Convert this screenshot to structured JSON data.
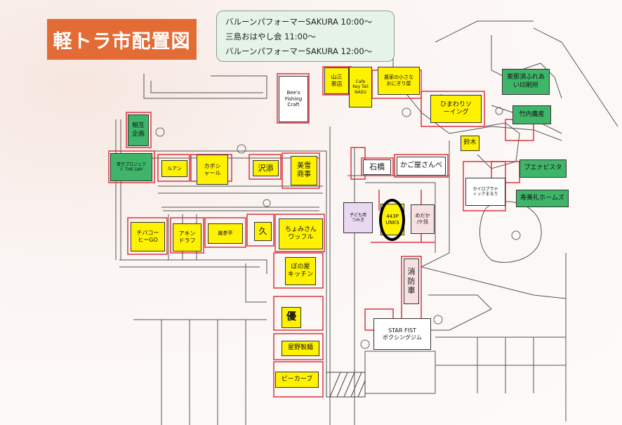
{
  "title": "軽トラ市配置図",
  "schedule": [
    "バルーンパフォーマーSAKURA 10:00～",
    "三島おはやし会  11:00～",
    "バルーンパフォーマーSAKURA 12:00～"
  ],
  "booths": {
    "yamasan": "山三\n茶店",
    "cafe_keytail": "Cafe\nKey Tail\nNASU",
    "noka_onigiri": "農家の小さな\nおにぎり屋",
    "bees_fishing": "Bee's\nFishing\nCraft",
    "himawari": "ひまわりソ\nーイング",
    "higashinasuno": "東那須ふれあ\nい印刷所",
    "takeuchi": "竹内農産",
    "suzuki": "鈴木",
    "aihara": "相互\n企画",
    "aokaze": "青空プロジェク\nト THE DAY",
    "ruan": "ルアン",
    "kaboshar": "カボシ\nャール",
    "sawazoe": "沢添",
    "bisho": "美雪\n商事",
    "ishibashi": "石橋",
    "kagoya": "かご屋さんべ",
    "buena": "ブエナビスタ",
    "kairopura": "カイロプラテ\nィックまるり",
    "jubirei": "寿美礼ホームズ",
    "kodomo": "子ども用\nつみき",
    "p443": "443P\nUNKS",
    "medaka": "めだか\n/ケ訊",
    "chipacoffee": "チパコー\nヒーGO",
    "akin": "アキン\nドラフ",
    "sanjutei": "蹴参亭",
    "kyu": "久",
    "chiyomi": "ちょみさん\nワッフル",
    "bonoya": "ぼの屋\nキッチン",
    "yu": "優",
    "hoshino": "星野製麺",
    "bcurve": "ビーカーブ",
    "shobosha": "消\n防\n車",
    "starfist": "STAR FIST\nボクシングジム"
  },
  "colors": {
    "title_bg": "#e36b35",
    "booth_yellow": "#fff200",
    "booth_green": "#3fb56a",
    "schedule_bg": "#e5f3e8"
  }
}
